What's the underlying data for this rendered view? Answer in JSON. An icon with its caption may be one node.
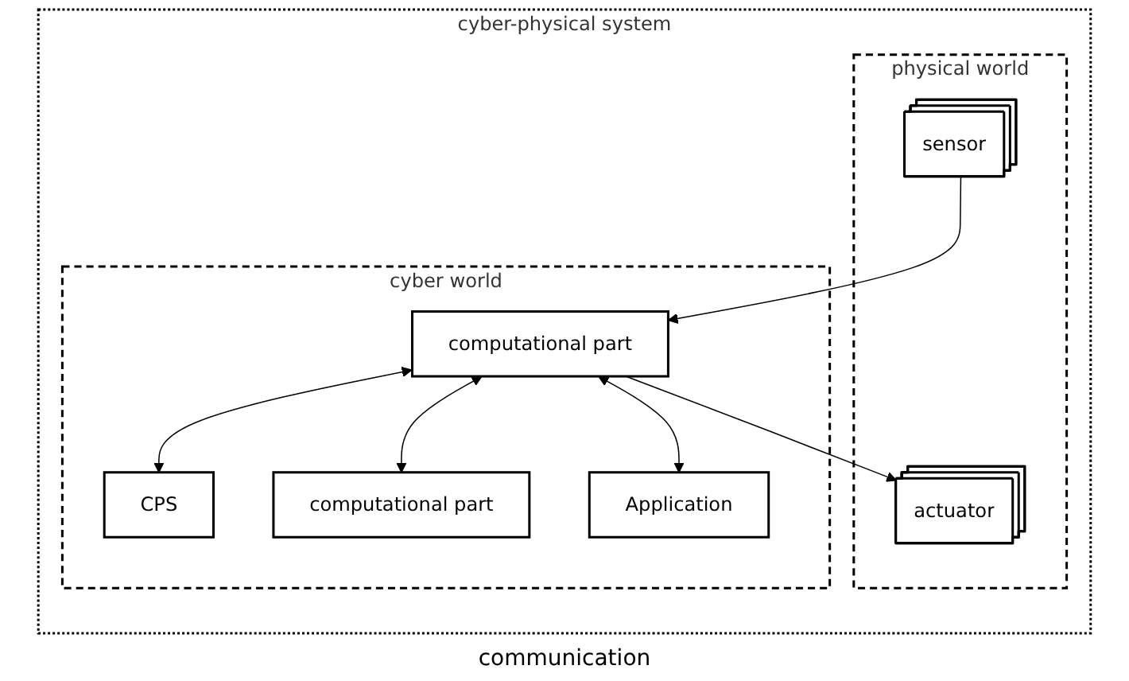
{
  "diagram": {
    "nodes": [
      {
        "text": [
          "cyber-physical system"
        ]
      },
      {
        "text": [
          "physical world"
        ],
        "in": 0
      },
      {
        "text": [
          "cyber world"
        ],
        "in": 0
      },
      {
        "text": [
          "actuator"
        ],
        "in": 1
      },
      {
        "text": [
          "sensor"
        ],
        "in": 1
      },
      {
        "text": [
          "computational part"
        ],
        "in": 2
      },
      {
        "text": [
          "CPS"
        ],
        "in": 2
      },
      {
        "text": [
          "computational part"
        ],
        "in": 2
      },
      {
        "text": [
          "Application"
        ],
        "in": 2
      }
    ],
    "edges": [
      {
        "from": 5,
        "to": 3,
        "arrow": "to"
      },
      {
        "from": 4,
        "to": 5,
        "arrow": "to"
      },
      {
        "from": 5,
        "to": 6,
        "arrow": "both"
      },
      {
        "from": 5,
        "to": 7,
        "arrow": "both"
      },
      {
        "from": 5,
        "to": 8,
        "arrow": "both"
      }
    ],
    "labels": [
      "communication"
    ]
  }
}
